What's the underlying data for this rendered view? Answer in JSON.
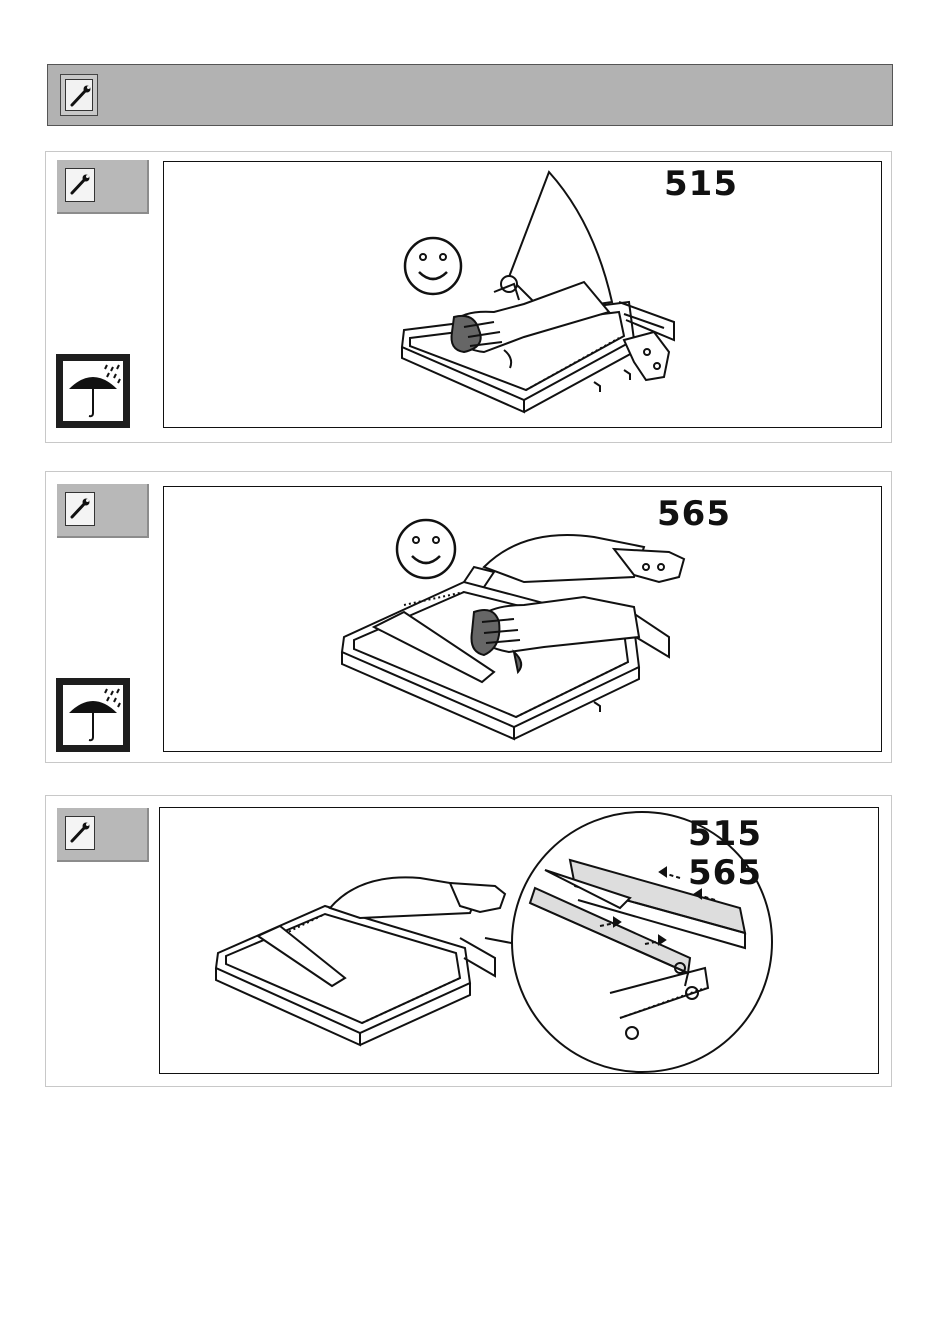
{
  "header": {
    "icon": "wrench-icon"
  },
  "sections": [
    {
      "icons": [
        "wrench-icon",
        "umbrella-rain-icon",
        "smiley-icon"
      ],
      "model": "515"
    },
    {
      "icons": [
        "wrench-icon",
        "umbrella-rain-icon",
        "smiley-icon"
      ],
      "model": "565"
    },
    {
      "icons": [
        "wrench-icon"
      ],
      "models": [
        "515",
        "565"
      ]
    }
  ],
  "colors": {
    "header_bg": "#b2b2b2",
    "tab_bg": "#b8b8b8",
    "line": "#111111"
  }
}
